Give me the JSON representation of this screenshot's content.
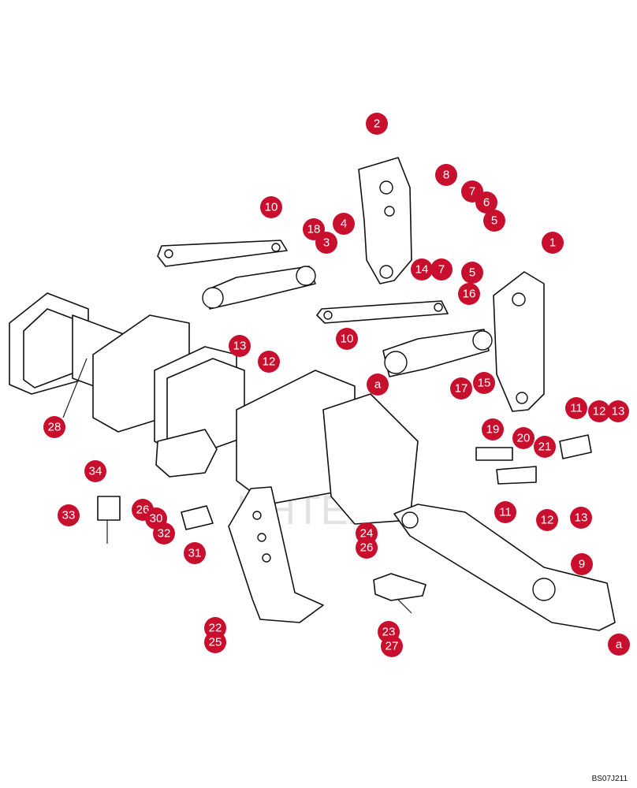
{
  "watermark": "ИНТЕХ",
  "drawing_code": "BS07J211",
  "callout_color": "#c8102e",
  "callouts": [
    "2",
    "8",
    "7",
    "6",
    "5",
    "10",
    "18",
    "4",
    "3",
    "14",
    "7",
    "5",
    "16",
    "1",
    "13",
    "12",
    "10",
    "a",
    "17",
    "15",
    "28",
    "11",
    "12",
    "13",
    "19",
    "20",
    "21",
    "34",
    "33",
    "26",
    "30",
    "32",
    "11",
    "12",
    "13",
    "31",
    "24",
    "26",
    "9",
    "22",
    "25",
    "23",
    "27",
    "a"
  ]
}
